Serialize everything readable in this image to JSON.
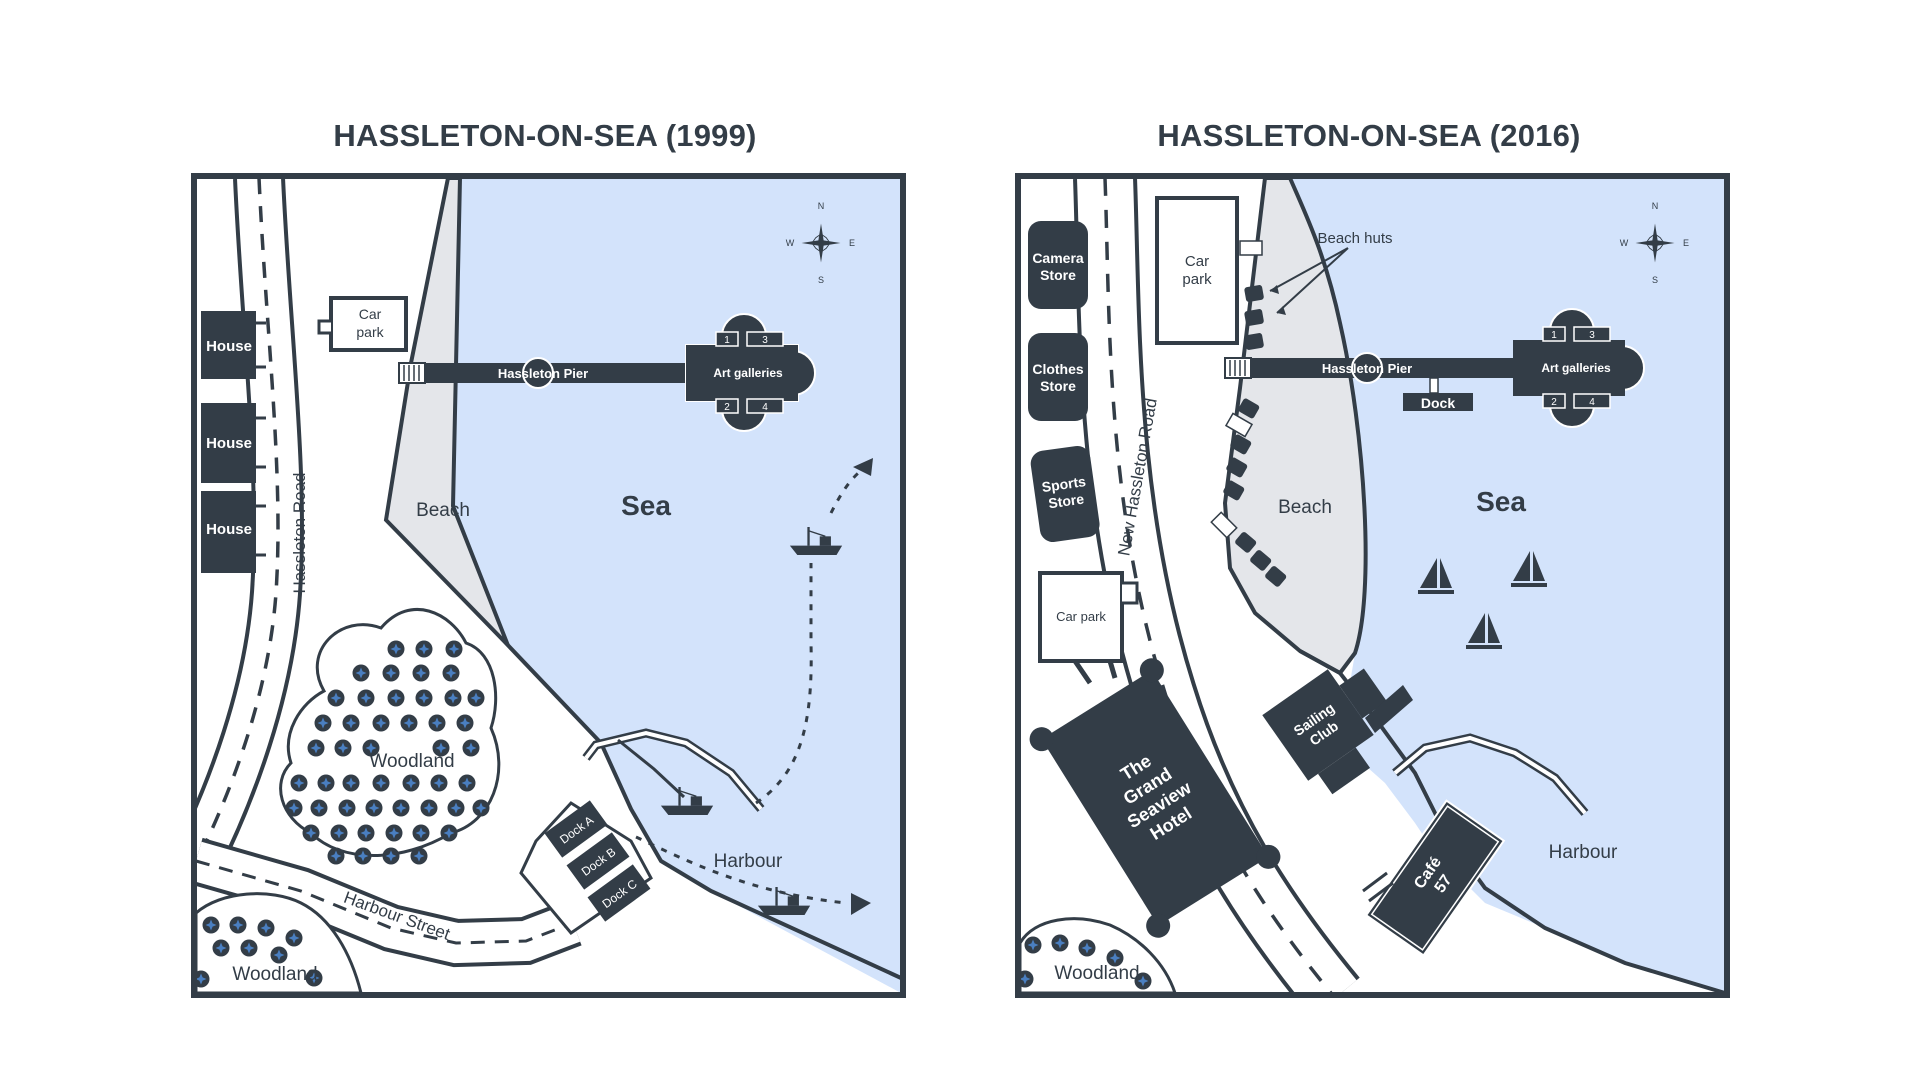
{
  "titles": {
    "map1999": "HASSLETON-ON-SEA (1999)",
    "map2016": "HASSLETON-ON-SEA (2016)"
  },
  "colors": {
    "dark": "#333d47",
    "sea": "#d3e3fb",
    "beach": "#e4e6ea",
    "land": "#ffffff",
    "tree_fill": "#4a7fc1"
  },
  "compass": {
    "n": "N",
    "e": "E",
    "s": "S",
    "w": "W"
  },
  "map1999": {
    "road_label": "Hassleton Road",
    "street_label": "Harbour Street",
    "houses": [
      "House",
      "House",
      "House"
    ],
    "car_park": [
      "Car",
      "park"
    ],
    "pier_label": "Hassleton Pier",
    "galleries_label": "Art galleries",
    "gallery_numbers": [
      "1",
      "3",
      "2",
      "4"
    ],
    "beach_label": "Beach",
    "sea_label": "Sea",
    "woodland_label": "Woodland",
    "woodland_small_label": "Woodland",
    "harbour_label": "Harbour",
    "docks": [
      "Dock A",
      "Dock B",
      "Dock C"
    ]
  },
  "map2016": {
    "road_label": "New Hassleton Road",
    "stores": {
      "camera": [
        "Camera",
        "Store"
      ],
      "clothes": [
        "Clothes",
        "Store"
      ],
      "sports": [
        "Sports",
        "Store"
      ]
    },
    "car_park_top": [
      "Car",
      "park"
    ],
    "car_park_bottom": "Car park",
    "beach_huts_label": "Beach huts",
    "pier_label": "Hassleton Pier",
    "galleries_label": "Art galleries",
    "gallery_numbers": [
      "1",
      "3",
      "2",
      "4"
    ],
    "dock_label": "Dock",
    "beach_label": "Beach",
    "sea_label": "Sea",
    "hotel_label": [
      "The",
      "Grand",
      "Seaview",
      "Hotel"
    ],
    "sailing_club_label": [
      "Sailing",
      "Club"
    ],
    "cafe_label": [
      "Café",
      "57"
    ],
    "harbour_label": "Harbour",
    "woodland_label": "Woodland"
  }
}
